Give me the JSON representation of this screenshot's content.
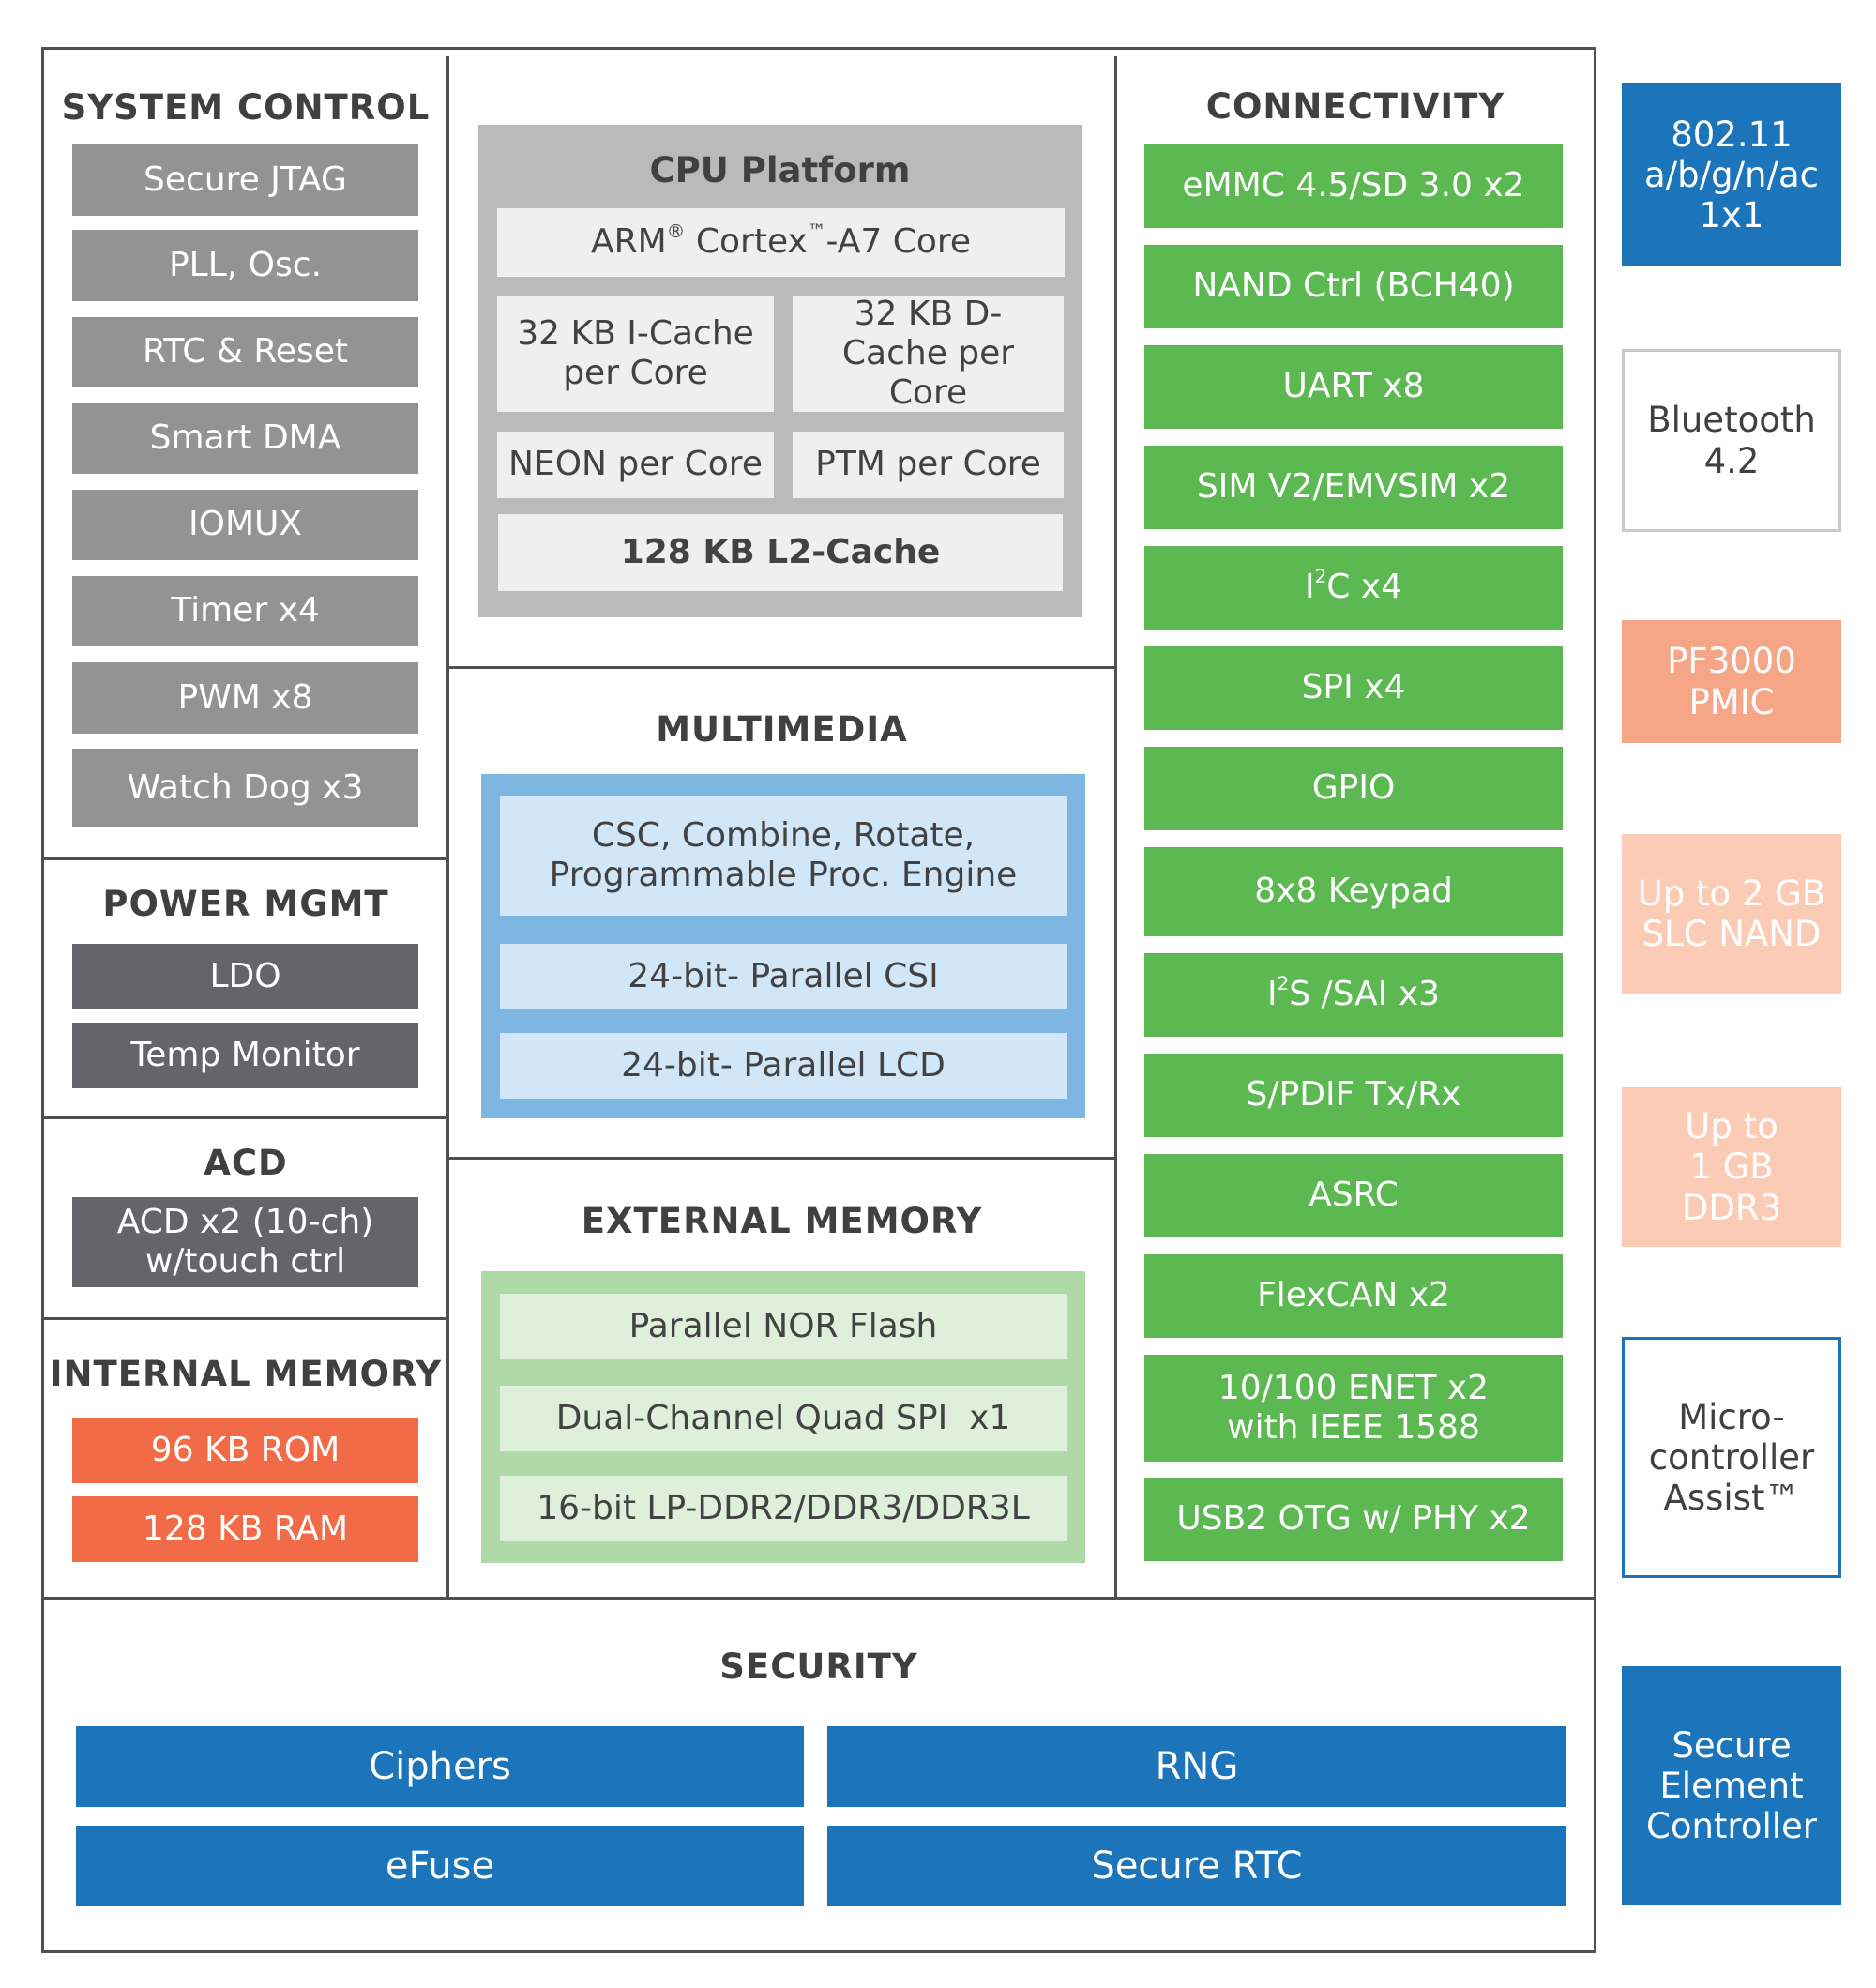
{
  "system_control": {
    "title": "SYSTEM CONTROL",
    "items": [
      "Secure JTAG",
      "PLL, Osc.",
      "RTC & Reset",
      "Smart DMA",
      "IOMUX",
      "Timer x4",
      "PWM x8",
      "Watch Dog x3"
    ]
  },
  "power_mgmt": {
    "title": "POWER MGMT",
    "items": [
      "LDO",
      "Temp Monitor"
    ]
  },
  "acd": {
    "title": "ACD",
    "items": [
      "ACD x2 (10-ch) w/touch ctrl"
    ]
  },
  "internal_memory": {
    "title": "INTERNAL MEMORY",
    "items": [
      "96 KB ROM",
      "128 KB RAM"
    ]
  },
  "cpu_platform": {
    "title": "CPU Platform",
    "core": {
      "pre": "ARM",
      "reg": "®",
      "mid": " Cortex",
      "tm": "™",
      "post": "-A7 Core"
    },
    "icache": "32 KB I-Cache per Core",
    "dcache": "32 KB D-Cache per Core",
    "neon": "NEON per Core",
    "ptm": "PTM per Core",
    "l2": "128 KB L2-Cache"
  },
  "multimedia": {
    "title": "MULTIMEDIA",
    "items": [
      "CSC, Combine, Rotate, Programmable Proc. Engine",
      "24-bit- Parallel CSI",
      "24-bit- Parallel LCD"
    ]
  },
  "external_memory": {
    "title": "EXTERNAL MEMORY",
    "items": [
      "Parallel NOR Flash",
      "Dual-Channel Quad SPI  x1",
      "16-bit LP-DDR2/DDR3/DDR3L"
    ]
  },
  "connectivity": {
    "title": "CONNECTIVITY",
    "items": [
      "eMMC 4.5/SD 3.0 x2",
      "NAND Ctrl (BCH40)",
      "UART x8",
      "SIM V2/EMVSIM x2",
      "",
      "SPI x4",
      "GPIO",
      "8x8 Keypad",
      "",
      "S/PDIF Tx/Rx",
      "ASRC",
      "FlexCAN x2",
      "10/100 ENET x2 with IEEE 1588",
      "USB2 OTG w/ PHY x2"
    ],
    "i2c": {
      "pre": "I",
      "sup": "2",
      "post": "C x4"
    },
    "i2s": {
      "pre": "I",
      "sup": "2",
      "post": "S /SAI x3"
    }
  },
  "security": {
    "title": "SECURITY",
    "items": [
      "Ciphers",
      "RNG",
      "eFuse",
      "Secure RTC"
    ]
  },
  "sidebar": [
    "802.11 a/b/g/n/ac 1x1",
    "Bluetooth 4.2",
    "PF3000 PMIC",
    "Up to 2 GB SLC NAND",
    "Up to 1 GB DDR3",
    "Micro-controller Assist™",
    "Secure Element Controller"
  ],
  "colors": {
    "system_gray": "#939393",
    "power_dark": "#646469",
    "memory_orange": "#f26b47",
    "connectivity_green": "#5cb851",
    "security_blue": "#1c74bb",
    "pmic_salmon": "#f7a587",
    "memory_peach": "#fbcbb6",
    "multimedia_blue": "#7eb6e2",
    "ext_mem_green": "#afd9a6"
  }
}
